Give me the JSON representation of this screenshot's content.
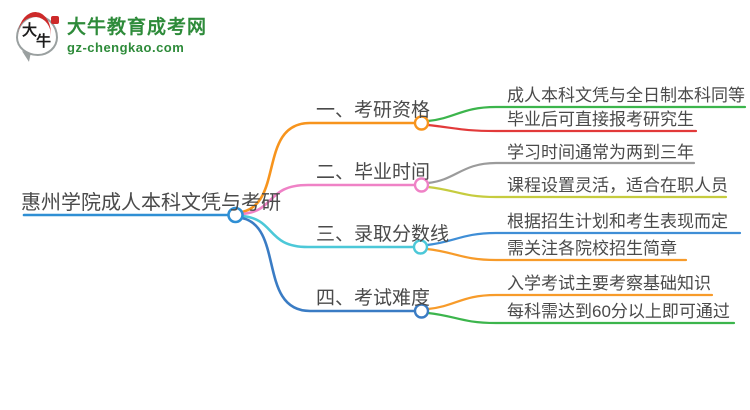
{
  "logo": {
    "icon_char1": "大",
    "icon_char2": "牛",
    "title": "大牛教育成考网",
    "domain": "gz-chengkao.com",
    "brand_color": "#2e8b3a",
    "seal_color": "#cd2a2a"
  },
  "mindmap": {
    "text_color": "#4a4a4a",
    "central": {
      "label": "惠州学院成人本科文凭与考研",
      "color": "#2f8fd4"
    },
    "branches": [
      {
        "label": "一、考研资格",
        "color": "#f7941d",
        "leaves": [
          {
            "label": "成人本科文凭与全日制本科同等",
            "color": "#3cb54c"
          },
          {
            "label": "毕业后可直接报考研究生",
            "color": "#e23a3a"
          }
        ]
      },
      {
        "label": "二、毕业时间",
        "color": "#ef82c6",
        "leaves": [
          {
            "label": "学习时间通常为两到三年",
            "color": "#9b9b9b"
          },
          {
            "label": "课程设置灵活，适合在职人员",
            "color": "#c6cc3f"
          }
        ]
      },
      {
        "label": "三、录取分数线",
        "color": "#4cc8d8",
        "leaves": [
          {
            "label": "根据招生计划和考生表现而定",
            "color": "#3f8ed6"
          },
          {
            "label": "需关注各院校招生简章",
            "color": "#f79b2a"
          }
        ]
      },
      {
        "label": "四、考试难度",
        "color": "#3a7cc4",
        "leaves": [
          {
            "label": "入学考试主要考察基础知识",
            "color": "#f79b2a"
          },
          {
            "label": "每科需达到60分以上即可通过",
            "color": "#3cb54c"
          }
        ]
      }
    ]
  }
}
